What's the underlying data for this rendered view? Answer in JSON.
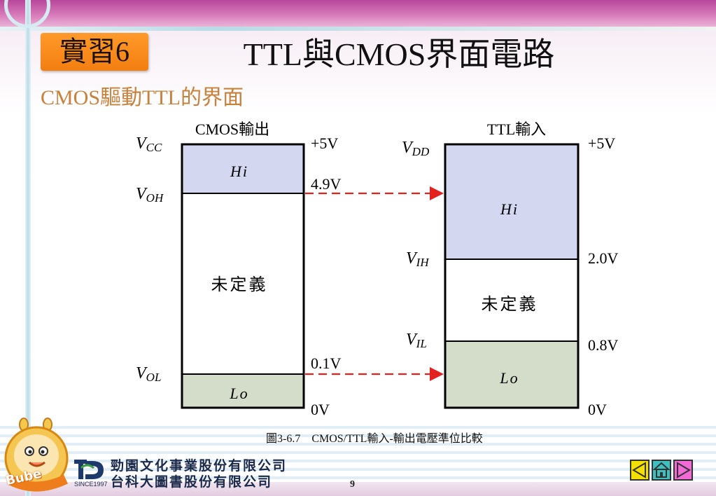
{
  "slide": {
    "badge": "實習6",
    "title": "TTL與CMOS界面電路",
    "subtitle": "CMOS驅動TTL的界面",
    "caption": "圖3-6.7　CMOS/TTL輸入-輸出電壓準位比較",
    "page_number": "9"
  },
  "diagram": {
    "left": {
      "heading": "CMOS輸出",
      "labels": {
        "vcc": {
          "main": "V",
          "sub": "CC"
        },
        "voh": {
          "main": "V",
          "sub": "OH"
        },
        "vol": {
          "main": "V",
          "sub": "OL"
        }
      },
      "levels": {
        "top": "+5V",
        "voh": "4.9V",
        "vol": "0.1V",
        "bottom": "0V"
      },
      "regions": {
        "hi": "Hi",
        "undef": "未定義",
        "lo": "Lo"
      }
    },
    "right": {
      "heading": "TTL輸入",
      "labels": {
        "vdd": {
          "main": "V",
          "sub": "DD"
        },
        "vih": {
          "main": "V",
          "sub": "IH"
        },
        "vil": {
          "main": "V",
          "sub": "IL"
        }
      },
      "levels": {
        "top": "+5V",
        "vih": "2.0V",
        "vil": "0.8V",
        "bottom": "0V"
      },
      "regions": {
        "hi": "Hi",
        "undef": "未定義",
        "lo": "Lo"
      }
    },
    "colors": {
      "hi": "#d3d7f0",
      "lo": "#d3ddc9",
      "arrow": "#e3211f",
      "outline": "#000000"
    }
  },
  "company": {
    "line1": "勁園文化事業股份有限公司",
    "line2": "台科大圖書股份有限公司",
    "since": "SINCE1997",
    "mascot": "Bube"
  },
  "navigation": {
    "prev_icon": "prev-triangle-icon",
    "home_icon": "home-icon",
    "next_icon": "next-triangle-icon"
  }
}
